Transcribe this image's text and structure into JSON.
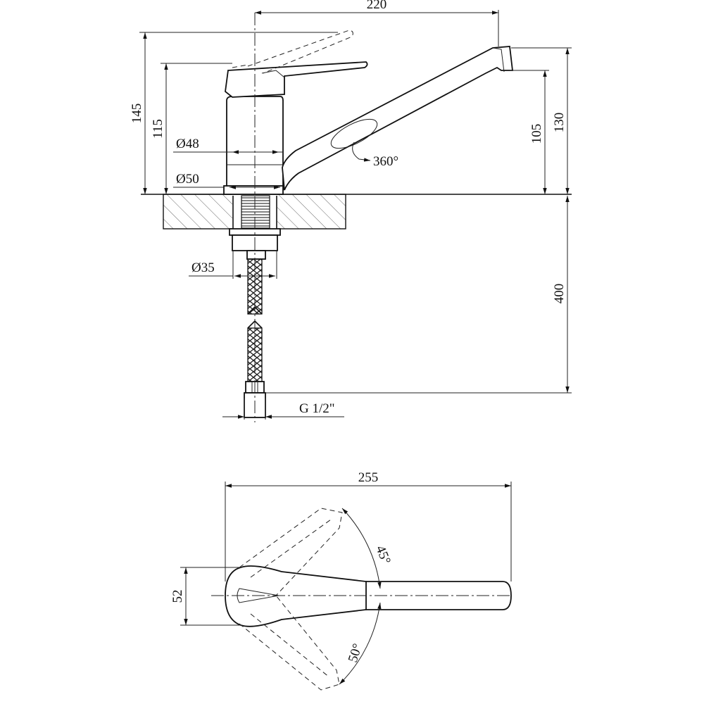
{
  "side_view": {
    "dimensions": {
      "spout_reach": "220",
      "total_height": "145",
      "body_height": "115",
      "spout_outlet_height": "105",
      "spout_top_height": "130",
      "diameter_body": "Ø48",
      "diameter_base": "Ø50",
      "diameter_shank": "Ø35",
      "spout_rotation": "360°",
      "hose_length": "400",
      "connection_thread": "G 1/2\""
    }
  },
  "top_view": {
    "dimensions": {
      "total_length": "255",
      "body_width": "52",
      "handle_angle_up": "45°",
      "handle_angle_down": "50°"
    }
  },
  "colors": {
    "line": "#111111",
    "background": "#ffffff",
    "hatch": "#555555"
  }
}
